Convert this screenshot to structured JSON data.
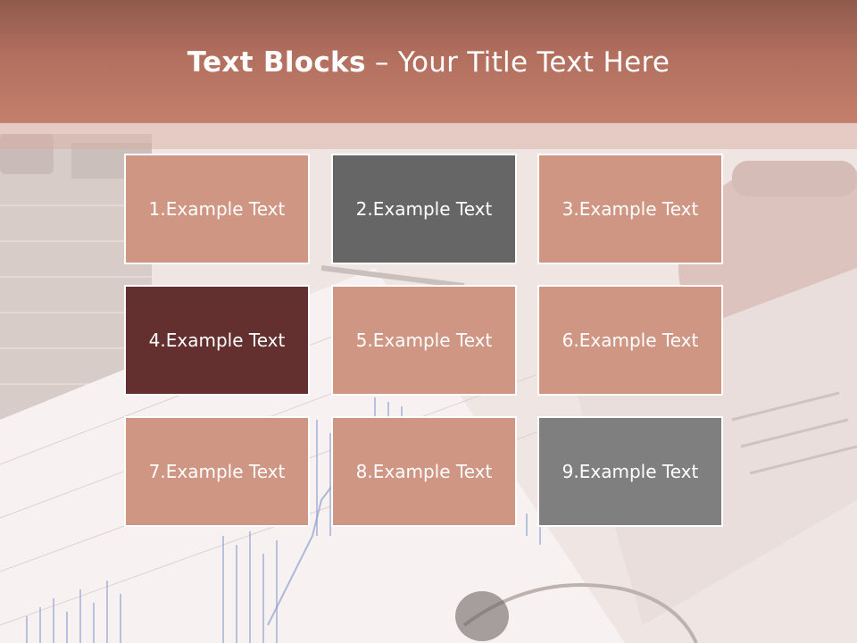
{
  "slide": {
    "title_bold": "Text Blocks",
    "title_separator": " – ",
    "title_rest": "Your Title Text Here"
  },
  "colors": {
    "header": "#b8735f",
    "block_default": "#cf9683",
    "block_dark_gray": "#666666",
    "block_maroon": "#632f2f",
    "block_gray": "#7f7f7f"
  },
  "blocks": [
    {
      "label": "1.Example Text",
      "color": "#cf9683"
    },
    {
      "label": "2.Example Text",
      "color": "#666666"
    },
    {
      "label": "3.Example Text",
      "color": "#cf9683"
    },
    {
      "label": "4.Example Text",
      "color": "#632f2f"
    },
    {
      "label": "5.Example Text",
      "color": "#cf9683"
    },
    {
      "label": "6.Example Text",
      "color": "#cf9683"
    },
    {
      "label": "7.Example Text",
      "color": "#cf9683"
    },
    {
      "label": "8.Example Text",
      "color": "#cf9683"
    },
    {
      "label": "9.Example Text",
      "color": "#7f7f7f"
    }
  ]
}
